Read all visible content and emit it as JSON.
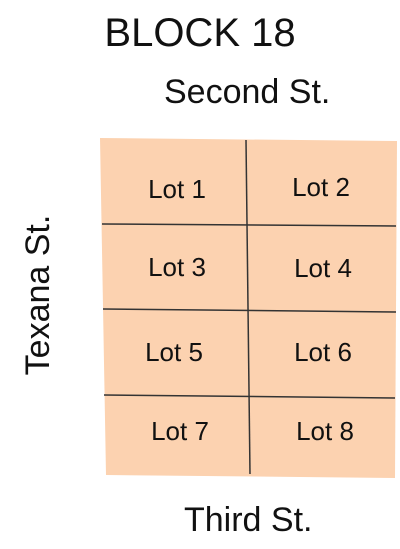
{
  "block": {
    "title": "BLOCK 18"
  },
  "streets": {
    "top": "Second St.",
    "left": "Texana St.",
    "bottom": "Third St."
  },
  "lots": [
    {
      "label": "Lot 1"
    },
    {
      "label": "Lot 2"
    },
    {
      "label": "Lot 3"
    },
    {
      "label": "Lot 4"
    },
    {
      "label": "Lot 5"
    },
    {
      "label": "Lot 6"
    },
    {
      "label": "Lot 7"
    },
    {
      "label": "Lot 8"
    }
  ],
  "colors": {
    "lot_fill": "#fcd2b0",
    "line": "#333333"
  }
}
